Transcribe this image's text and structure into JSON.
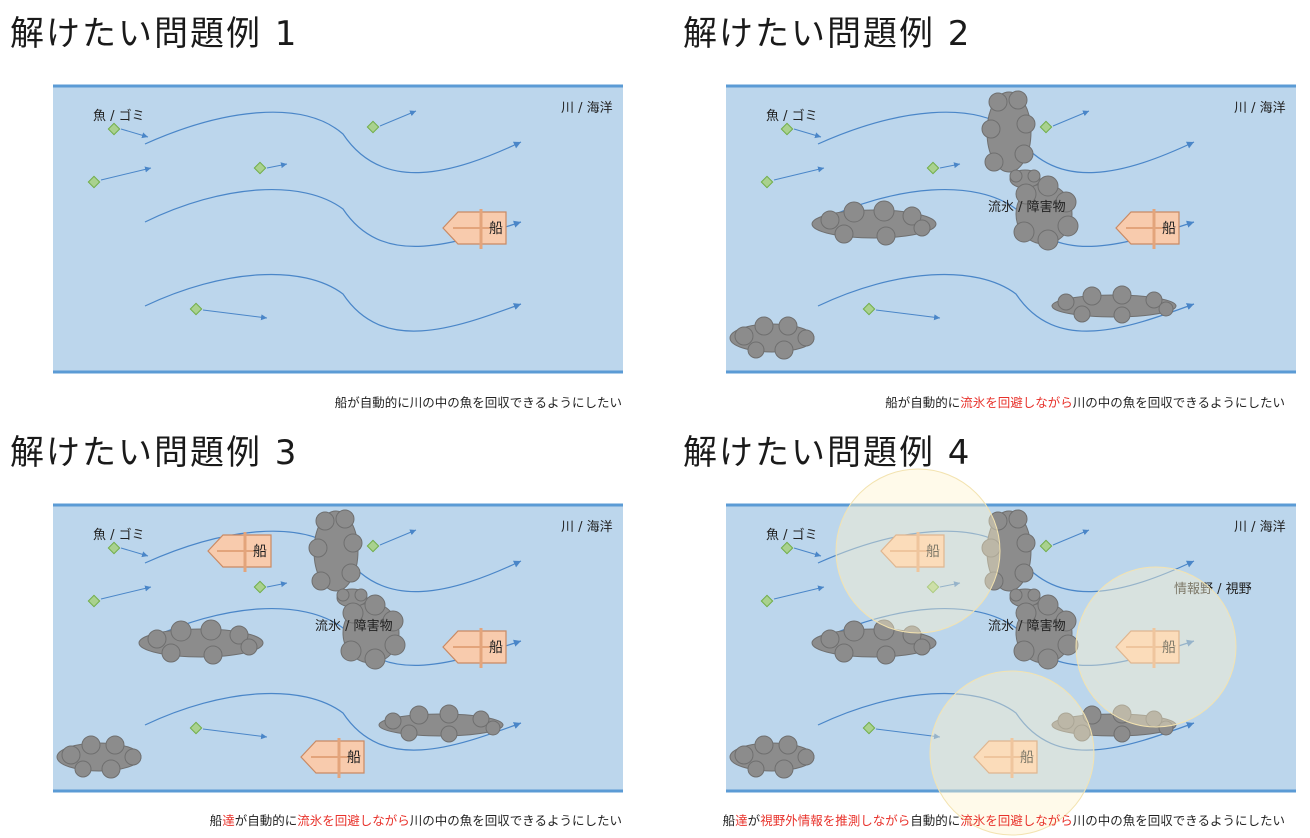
{
  "panels": [
    {
      "title": "解けたい問題例 1",
      "region_label": "川 / 海洋",
      "fish_label": "魚 / ゴミ",
      "ship_label": "船",
      "obstacle_label": "",
      "fov_label": "",
      "caption": [
        {
          "text": "船が自動的に川の中の魚を回収できるようにしたい",
          "highlight": false
        }
      ]
    },
    {
      "title": "解けたい問題例 2",
      "region_label": "川 / 海洋",
      "fish_label": "魚 / ゴミ",
      "ship_label": "船",
      "obstacle_label": "流氷 / 障害物",
      "fov_label": "",
      "caption": [
        {
          "text": "船が自動的に",
          "highlight": false
        },
        {
          "text": "流氷を回避しながら",
          "highlight": true
        },
        {
          "text": "川の中の魚を回収できるようにしたい",
          "highlight": false
        }
      ]
    },
    {
      "title": "解けたい問題例 3",
      "region_label": "川 / 海洋",
      "fish_label": "魚 / ゴミ",
      "ship_label": "船",
      "obstacle_label": "流氷 / 障害物",
      "fov_label": "",
      "caption": [
        {
          "text": "船",
          "highlight": false
        },
        {
          "text": "達",
          "highlight": true
        },
        {
          "text": "が自動的に",
          "highlight": false
        },
        {
          "text": "流氷を回避しながら",
          "highlight": true
        },
        {
          "text": "川の中の魚を回収できるようにしたい",
          "highlight": false
        }
      ]
    },
    {
      "title": "解けたい問題例 4",
      "region_label": "川 / 海洋",
      "fish_label": "魚 / ゴミ",
      "ship_label": "船",
      "obstacle_label": "流氷 / 障害物",
      "fov_label": "情報野 / 視野",
      "caption": [
        {
          "text": "船",
          "highlight": false
        },
        {
          "text": "達",
          "highlight": true
        },
        {
          "text": "が",
          "highlight": false
        },
        {
          "text": "視野外情報を推測しながら",
          "highlight": true
        },
        {
          "text": "自動的に",
          "highlight": false
        },
        {
          "text": "流氷を回避しながら",
          "highlight": true
        },
        {
          "text": "川の中の魚を回収できるようにしたい",
          "highlight": false
        }
      ]
    }
  ],
  "colors": {
    "water": "#bcd6ec",
    "border": "#5b9bd5",
    "current": "#4a86c8",
    "fish": "#a9d18e",
    "fish_stroke": "#70ad47",
    "ship": "#f8cbad",
    "ship_stroke": "#c98a64",
    "ice": "#8c8c8c",
    "highlight": "#e8322b"
  }
}
